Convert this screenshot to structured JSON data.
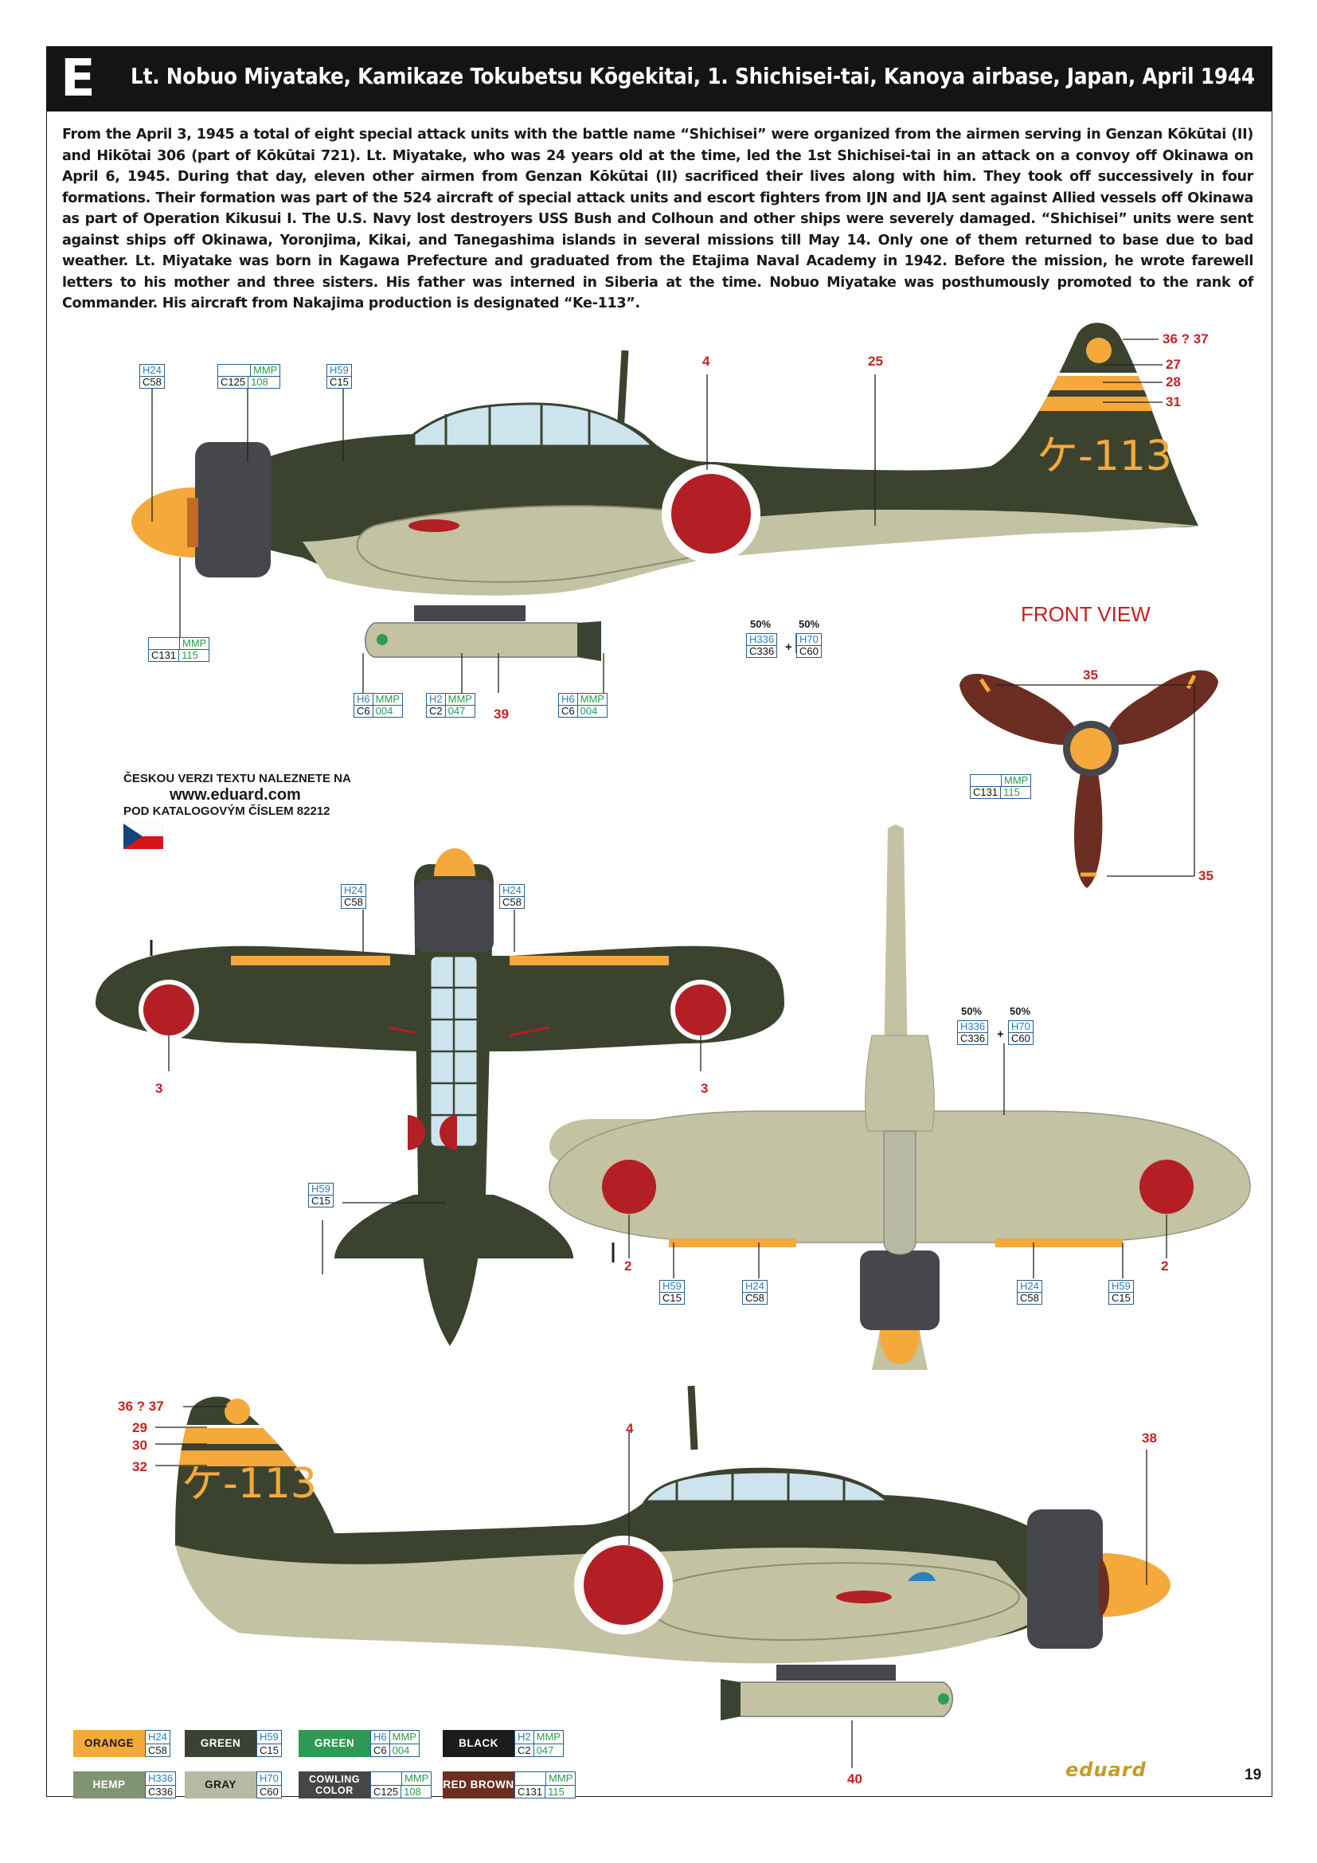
{
  "header": {
    "letter": "E",
    "title": "Lt. Nobuo Miyatake, Kamikaze Tokubetsu Kōgekitai, 1. Shichisei-tai, Kanoya airbase, Japan, April 1944"
  },
  "intro": "From the April 3, 1945 a total of eight special attack units with the battle name “Shichisei” were organized from the airmen serving in Genzan Kōkūtai (II) and Hikōtai 306 (part of Kōkūtai 721). Lt. Miyatake, who was 24 years old at the time, led the 1st Shichisei-tai in an attack on a convoy off Okinawa on April 6, 1945. During that day, eleven other airmen from Genzan Kōkūtai (II) sacrificed their lives along with him. They took off successively in four formations. Their formation was part of the 524 aircraft of special attack units and escort fighters from IJN and IJA sent against Allied vessels off Okinawa as part of Operation Kikusui I. The U.S. Navy lost destroyers USS Bush and Colhoun and other ships were severely damaged. “Shichisei” units were sent against ships off Okinawa, Yoronjima, Kikai, and Tanegashima islands in several missions till May 14. Only one of them returned to base due to bad weather. Lt. Miyatake was born in Kagawa Prefecture and graduated from the Etajima Naval Academy in 1942. Before the mission, he wrote farewell letters to his mother and three sisters. His father was interned in Siberia at the time. Nobuo Miyatake was posthumously promoted to the rank of Commander. His aircraft from Nakajima production is designated “Ke-113”.",
  "czech": {
    "line1": "ČESKOU VERZI TEXTU NALEZNETE NA",
    "url": "www.eduard.com",
    "line3": "POD KATALOGOVÝM ČÍSLEM 82212"
  },
  "front_view_label": "FRONT VIEW",
  "tail_code": "ケ-113",
  "decal_numbers": {
    "n36_37": "36 ? 37",
    "n27": "27",
    "n28": "28",
    "n31": "31",
    "n4": "4",
    "n25": "25",
    "n39": "39",
    "n35a": "35",
    "n35b": "35",
    "n3a": "3",
    "n3b": "3",
    "n2a": "2",
    "n2b": "2",
    "n36_37b": "36 ? 37",
    "n29": "29",
    "n30": "30",
    "n32": "32",
    "n4b": "4",
    "n38": "38",
    "n40": "40"
  },
  "codes": {
    "H24": "H24",
    "C58": "C58",
    "MMP": "MMP",
    "C125": "C125",
    "108": "108",
    "H59": "H59",
    "C15": "C15",
    "C131": "C131",
    "115": "115",
    "H6": "H6",
    "C6": "C6",
    "004": "004",
    "H2": "H2",
    "C2": "C2",
    "047": "047",
    "H336": "H336",
    "C336": "C336",
    "H70": "H70",
    "C60": "C60",
    "p50": "50%",
    "plus": "+"
  },
  "legend": [
    {
      "name": "ORANGE",
      "color": "#f4a93a",
      "text_color": "#1a1a1a",
      "top1": "H24",
      "bot1": "C58"
    },
    {
      "name": "GREEN",
      "color": "#3a4233",
      "text_color": "#ffffff",
      "top1": "H59",
      "bot1": "C15"
    },
    {
      "name": "GREEN",
      "color": "#2e9a53",
      "text_color": "#ffffff",
      "top1": "H6",
      "top2": "MMP",
      "bot1": "C6",
      "bot2": "004"
    },
    {
      "name": "BLACK",
      "color": "#1c1c1c",
      "text_color": "#ffffff",
      "top1": "H2",
      "top2": "MMP",
      "bot1": "C2",
      "bot2": "047"
    },
    {
      "name": "HEMP",
      "color": "#7f9472",
      "text_color": "#ffffff",
      "top1": "H336",
      "bot1": "C336"
    },
    {
      "name": "GRAY",
      "color": "#b7b9a4",
      "text_color": "#1a1a1a",
      "top1": "H70",
      "bot1": "C60"
    },
    {
      "name": "COWLING COLOR",
      "color": "#444648",
      "text_color": "#ffffff",
      "top1": "MMP",
      "bot1": "C125",
      "bot2": "108"
    },
    {
      "name": "RED BROWN",
      "color": "#6c2e22",
      "text_color": "#ffffff",
      "top1": "MMP",
      "bot1": "C131",
      "bot2": "115"
    }
  ],
  "logo": "eduard",
  "page_number": "19",
  "colors": {
    "green": "#3b432f",
    "hemp": "#c3c2a2",
    "orange": "#f4a93a",
    "hinomaru": "#b31f25",
    "cowling": "#45474c",
    "canopy": "#cde4ef",
    "prop": "#6c2e22",
    "text_red": "#c8201f"
  }
}
